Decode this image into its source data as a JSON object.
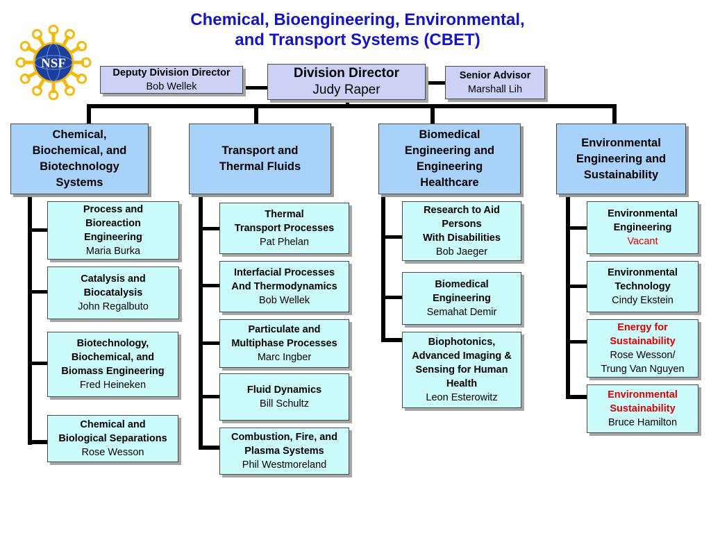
{
  "title": {
    "line1": "Chemical, Bioengineering, Environmental,",
    "line2": "and Transport Systems (CBET)"
  },
  "logo": {
    "text": "NSF"
  },
  "top_row": {
    "deputy": {
      "title": "Deputy Division Director",
      "name": "Bob Wellek"
    },
    "director": {
      "title": "Division Director",
      "name": "Judy Raper"
    },
    "advisor": {
      "title": "Senior Advisor",
      "name": "Marshall Lih"
    }
  },
  "divisions": [
    {
      "label_lines": [
        "Chemical,",
        "Biochemical, and",
        "Biotechnology",
        "Systems"
      ],
      "programs": [
        {
          "title_lines": [
            "Process and",
            "Bioreaction",
            "Engineering"
          ],
          "names": [
            "Maria Burka"
          ]
        },
        {
          "title_lines": [
            "Catalysis and",
            "Biocatalysis"
          ],
          "names": [
            "John Regalbuto"
          ]
        },
        {
          "title_lines": [
            "Biotechnology,",
            "Biochemical, and",
            "Biomass Engineering"
          ],
          "names": [
            "Fred Heineken"
          ]
        },
        {
          "title_lines": [
            "Chemical and",
            "Biological Separations"
          ],
          "names": [
            "Rose Wesson"
          ]
        }
      ]
    },
    {
      "label_lines": [
        "Transport and",
        "Thermal Fluids"
      ],
      "programs": [
        {
          "title_lines": [
            "Thermal",
            "Transport Processes"
          ],
          "names": [
            "Pat Phelan"
          ]
        },
        {
          "title_lines": [
            "Interfacial Processes",
            "And Thermodynamics"
          ],
          "names": [
            "Bob Wellek"
          ]
        },
        {
          "title_lines": [
            "Particulate and",
            "Multiphase Processes"
          ],
          "names": [
            "Marc Ingber"
          ]
        },
        {
          "title_lines": [
            "Fluid Dynamics"
          ],
          "names": [
            "Bill Schultz"
          ]
        },
        {
          "title_lines": [
            "Combustion, Fire, and",
            "Plasma Systems"
          ],
          "names": [
            "Phil Westmoreland"
          ]
        }
      ]
    },
    {
      "label_lines": [
        "Biomedical",
        "Engineering and",
        "Engineering",
        "Healthcare"
      ],
      "programs": [
        {
          "title_lines": [
            "Research to Aid",
            "Persons",
            "With Disabilities"
          ],
          "names": [
            "Bob Jaeger"
          ]
        },
        {
          "title_lines": [
            "Biomedical",
            "Engineering"
          ],
          "names": [
            "Semahat Demir"
          ]
        },
        {
          "title_lines": [
            "Biophotonics,",
            "Advanced Imaging &",
            "Sensing for Human",
            "Health"
          ],
          "names": [
            "Leon Esterowitz"
          ]
        }
      ]
    },
    {
      "label_lines": [
        "Environmental",
        "Engineering and",
        "Sustainability"
      ],
      "programs": [
        {
          "title_lines": [
            "Environmental",
            "Engineering"
          ],
          "names": [
            "Vacant"
          ],
          "name_red": true
        },
        {
          "title_lines": [
            "Environmental",
            "Technology"
          ],
          "names": [
            "Cindy Ekstein"
          ]
        },
        {
          "title_lines": [
            "Energy for",
            "Sustainability"
          ],
          "names": [
            "Rose Wesson/",
            "Trung Van Nguyen"
          ],
          "title_red": true
        },
        {
          "title_lines": [
            "Environmental",
            "Sustainability"
          ],
          "names": [
            "Bruce Hamilton"
          ],
          "title_red": true
        }
      ]
    }
  ],
  "colors": {
    "title": "#1313c8",
    "top_box": "#ccd1f5",
    "division_box": "#a9d2fb",
    "program_box": "#ccfbfc",
    "highlight_red": "#e00000",
    "logo_gold": "#f2b90f",
    "logo_blue": "#1d3f9c"
  }
}
